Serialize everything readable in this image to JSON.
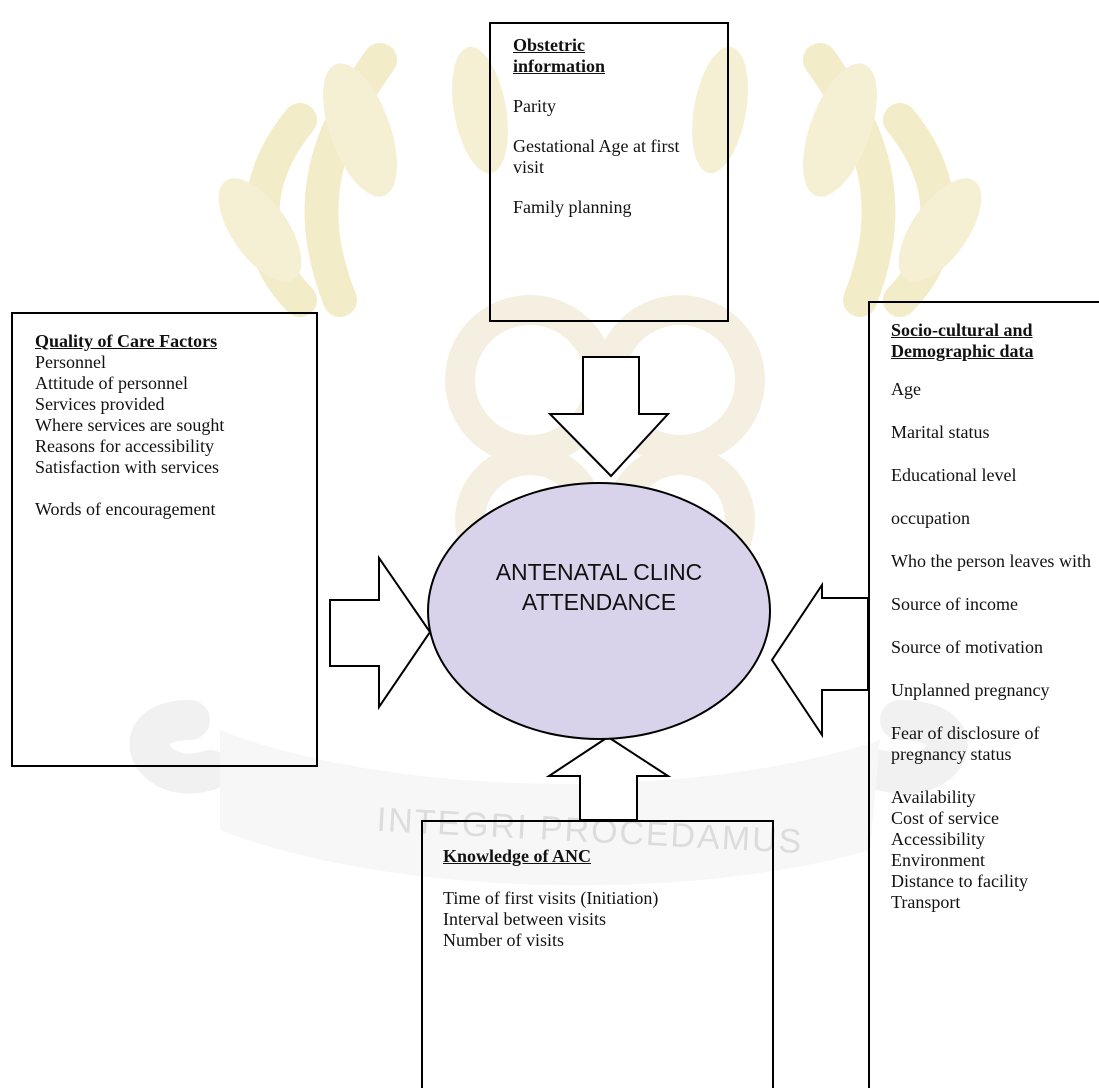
{
  "center": {
    "label_line1": "ANTENATAL CLINC",
    "label_line2": "ATTENDANCE",
    "fill_color": "#d8d3ea"
  },
  "obstetric": {
    "title_line1": "Obstetric",
    "title_line2": "information",
    "items": [
      "Parity",
      "Gestational Age at first visit",
      "Family planning"
    ]
  },
  "quality": {
    "title": "Quality of Care Factors",
    "items": [
      "Personnel",
      "Attitude of personnel",
      "Services provided",
      "Where services are sought",
      "Reasons for accessibility",
      "Satisfaction with services",
      "Words of encouragement"
    ]
  },
  "socio": {
    "title_line1": "Socio-cultural and",
    "title_line2": "Demographic data",
    "items": [
      "Age",
      "Marital status",
      "Educational level",
      "occupation",
      "Who the person leaves with",
      "Source of income",
      "Source of motivation",
      "Unplanned pregnancy",
      "Fear of disclosure of pregnancy status",
      "Availability",
      "Cost of service",
      "Accessibility",
      "Environment",
      "Distance to facility",
      "Transport"
    ]
  },
  "knowledge": {
    "title": "Knowledge of ANC",
    "items": [
      "Time of first visits (Initiation)",
      "Interval between visits",
      "Number of visits"
    ]
  },
  "watermark": {
    "motto": "INTEGRI PROCEDAMUS"
  }
}
